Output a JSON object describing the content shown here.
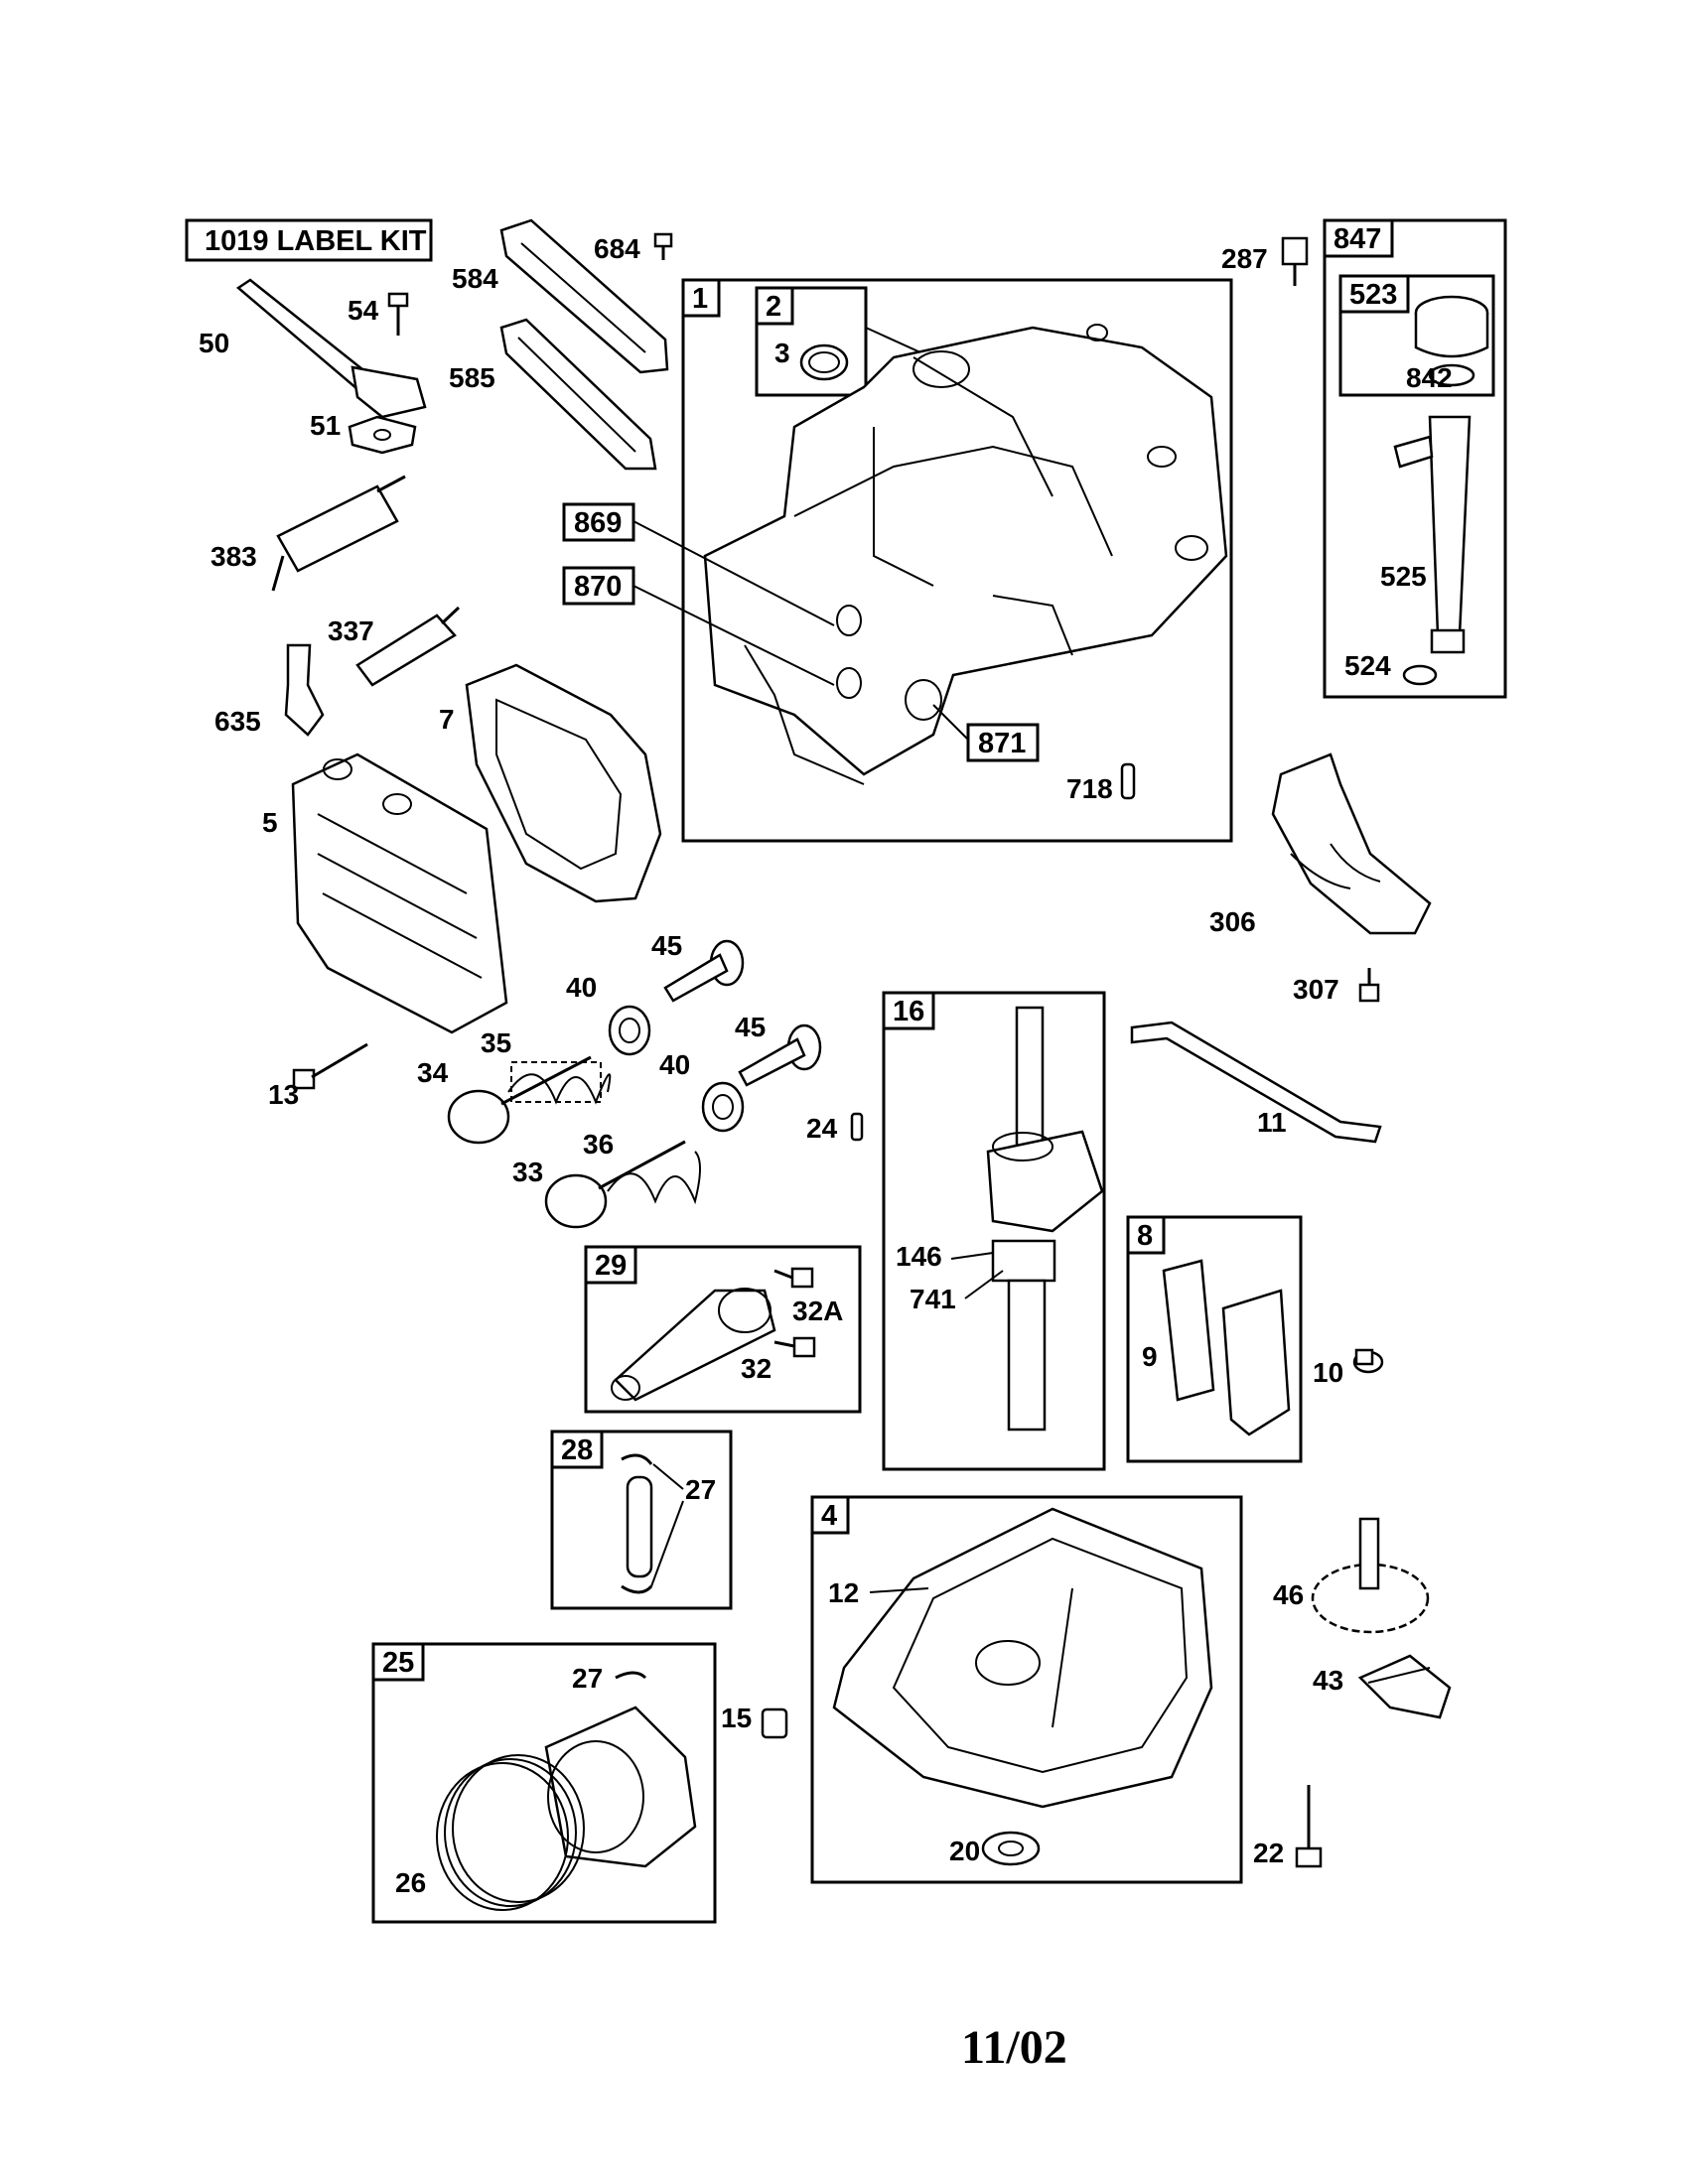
{
  "label_kit": "1019 LABEL KIT",
  "footer_date": "11/02",
  "boxes": {
    "b1": "1",
    "b2": "2",
    "b847": "847",
    "b523": "523",
    "b869": "869",
    "b870": "870",
    "b871": "871",
    "b16": "16",
    "b8": "8",
    "b29": "29",
    "b28": "28",
    "b4": "4",
    "b25": "25"
  },
  "labels": {
    "l684": "684",
    "l584": "584",
    "l585": "585",
    "l54": "54",
    "l50": "50",
    "l51": "51",
    "l383": "383",
    "l337": "337",
    "l635": "635",
    "l7": "7",
    "l5": "5",
    "l3": "3",
    "l718": "718",
    "l287": "287",
    "l842": "842",
    "l525": "525",
    "l524": "524",
    "l306": "306",
    "l307": "307",
    "l45a": "45",
    "l40a": "40",
    "l45b": "45",
    "l40b": "40",
    "l35": "35",
    "l34": "34",
    "l36": "36",
    "l33": "33",
    "l13": "13",
    "l24": "24",
    "l11": "11",
    "l146": "146",
    "l741": "741",
    "l32a": "32A",
    "l32": "32",
    "l9": "9",
    "l10": "10",
    "l27a": "27",
    "l27b": "27",
    "l12": "12",
    "l46": "46",
    "l43": "43",
    "l15": "15",
    "l26": "26",
    "l20": "20",
    "l22": "22"
  }
}
